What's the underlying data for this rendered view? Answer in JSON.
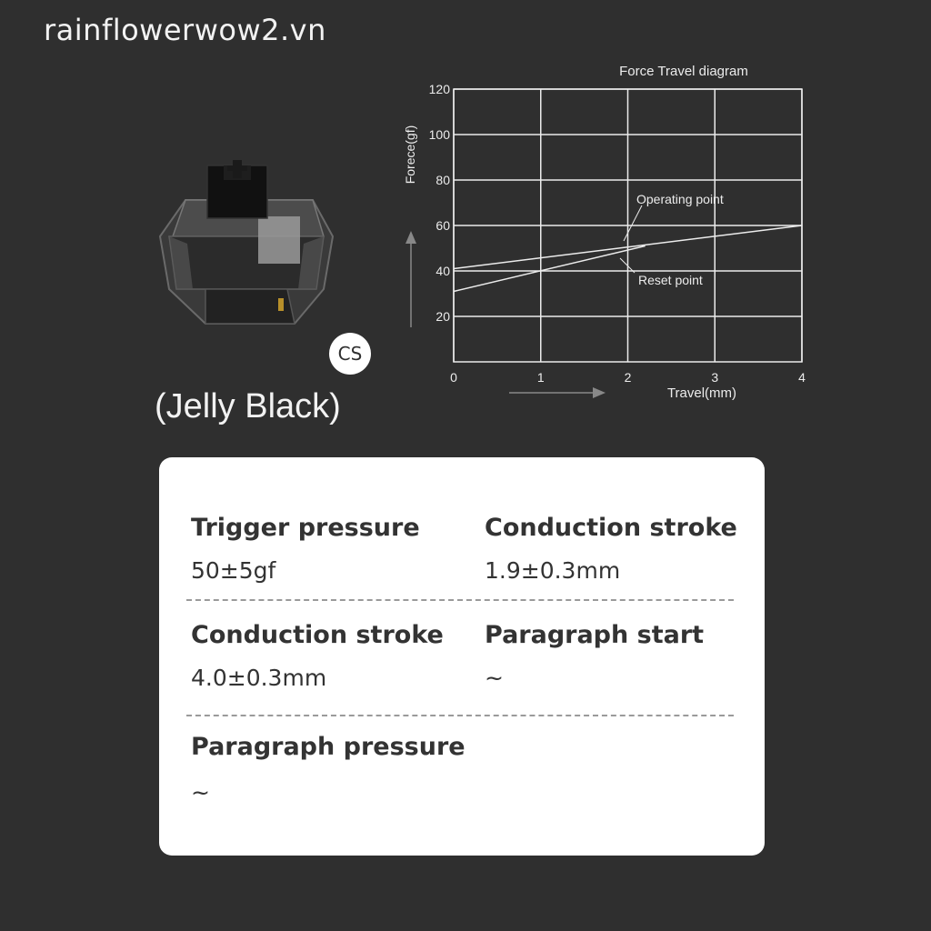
{
  "watermark": "rainflowerwow2.vn",
  "product": {
    "name": "(Jelly Black)",
    "badge": "CS"
  },
  "chart_data": {
    "type": "line",
    "title": "Force Travel diagram",
    "xlabel": "Travel(mm)",
    "ylabel": "Forece(gf)",
    "xlim": [
      0,
      4
    ],
    "ylim": [
      0,
      120
    ],
    "xticks": [
      0,
      1,
      2,
      3,
      4
    ],
    "yticks": [
      20,
      40,
      60,
      80,
      100,
      120
    ],
    "grid": true,
    "series": [
      {
        "x": [
          0,
          4
        ],
        "y": [
          41,
          60
        ]
      },
      {
        "x": [
          0,
          2.2
        ],
        "y": [
          31,
          51
        ]
      }
    ],
    "annotations": [
      "Operating point",
      "Reset point"
    ]
  },
  "specs": [
    {
      "label": "Trigger pressure",
      "value": "50±5gf"
    },
    {
      "label": "Conduction stroke",
      "value": "1.9±0.3mm"
    },
    {
      "label": "Conduction stroke",
      "value": "4.0±0.3mm"
    },
    {
      "label": "Paragraph start",
      "value": "~"
    },
    {
      "label": "Paragraph pressure",
      "value": "~"
    }
  ],
  "colors": {
    "background": "#2f2f2f",
    "card": "#ffffff",
    "text_dark": "#333333",
    "chart_lines": "#ececec"
  }
}
